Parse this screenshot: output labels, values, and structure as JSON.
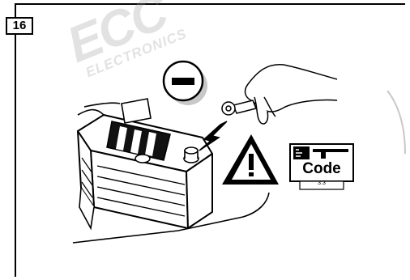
{
  "step": {
    "number": "16"
  },
  "watermark": {
    "brand": "ECC",
    "sub": "ELECTRONICS"
  },
  "code_card": {
    "label": "Code",
    "sub_label": "3:3"
  },
  "icons": [
    "minus-sign-icon",
    "warning-triangle-icon",
    "arrow-icon",
    "radio-icon"
  ],
  "colors": {
    "line": "#000000",
    "watermark": "#9a9a9a",
    "shadow": "#c8c8c8"
  }
}
